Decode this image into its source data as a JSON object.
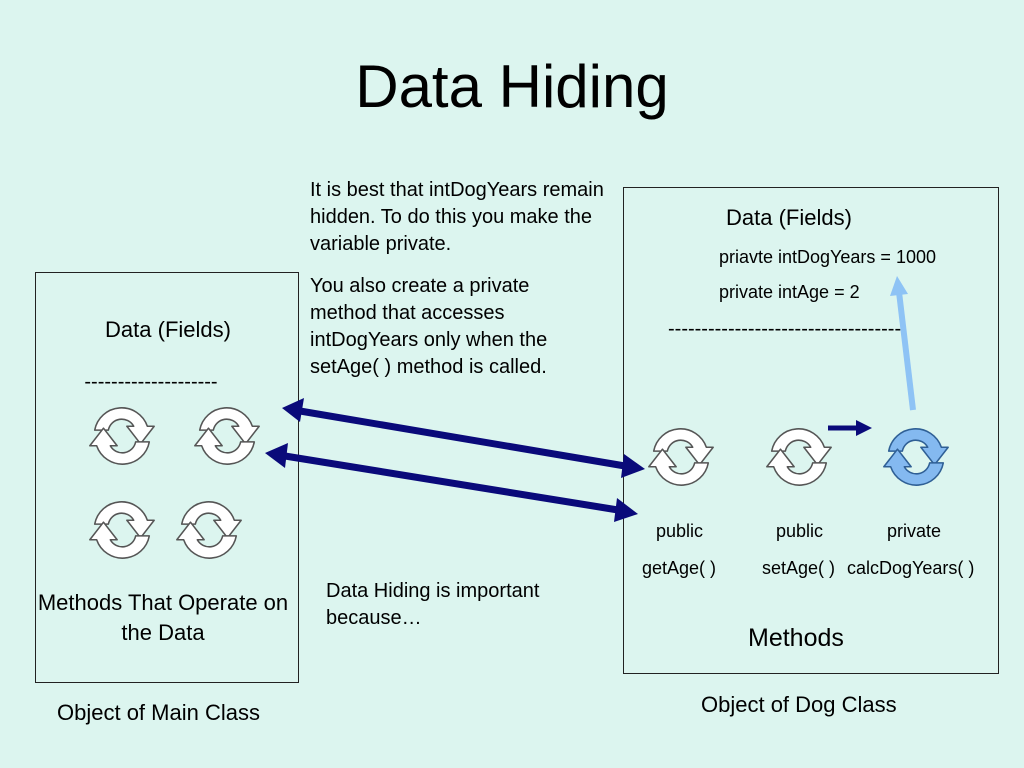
{
  "title": "Data Hiding",
  "notes": {
    "paragraph1": "It is best that intDogYears remain hidden.  To do this you make the variable private.",
    "paragraph2": "You also create a private method that accesses intDogYears only when the setAge( ) method is called.",
    "bottom": "Data Hiding is important because…"
  },
  "main_object": {
    "fields_label": "Data (Fields)",
    "divider": "--------------------",
    "methods_label": "Methods That Operate on the Data",
    "caption": "Object of Main Class"
  },
  "dog_object": {
    "fields_label": "Data (Fields)",
    "field1": "priavte intDogYears = 1000",
    "field2": "private intAge = 2",
    "divider": "-----------------------------------",
    "methods": [
      {
        "access": "public",
        "name": "getAge( )"
      },
      {
        "access": "public",
        "name": "setAge( )"
      },
      {
        "access": "private",
        "name": "calcDogYears( )"
      }
    ],
    "methods_label": "Methods",
    "caption": "Object of Dog Class"
  },
  "colors": {
    "background": "#dcf5ef",
    "arrow_dark": "#0a0a7a",
    "arrow_light": "#8ec3f5",
    "private_icon_fill": "#84b9f0",
    "public_icon_fill": "#ffffff"
  }
}
